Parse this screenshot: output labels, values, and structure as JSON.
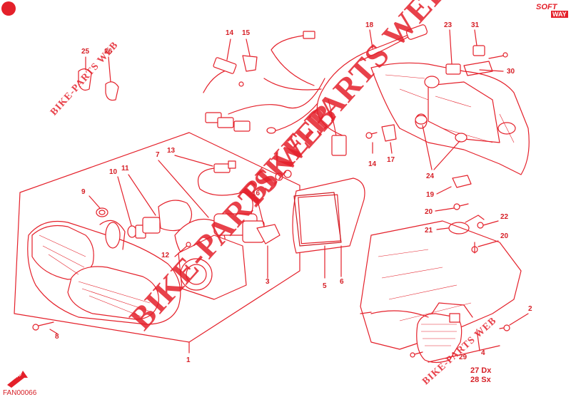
{
  "diagram": {
    "code": "FAN00066",
    "logo": {
      "top": "SOFT",
      "bottom": "WAY"
    },
    "fwd": "FWD",
    "watermark": "BIKE-PARTS WEB",
    "watermark_small": "BIKE-PARTS WEB",
    "callouts": {
      "c1": "1",
      "c2": "2",
      "c3": "3",
      "c4": "4",
      "c5": "5",
      "c6": "6",
      "c7": "7",
      "c8": "8",
      "c9": "9",
      "c10": "10",
      "c11": "11",
      "c12": "12",
      "c13": "13",
      "c14a": "14",
      "c14b": "14",
      "c15": "15",
      "c16": "16",
      "c17": "17",
      "c18": "18",
      "c19": "19",
      "c20a": "20",
      "c20b": "20",
      "c21": "21",
      "c22": "22",
      "c23": "23",
      "c24": "24",
      "c25": "25",
      "c26": "26",
      "c27": "27 Dx",
      "c28": "28 Sx",
      "c29": "29",
      "c30": "30",
      "c31": "31"
    }
  }
}
